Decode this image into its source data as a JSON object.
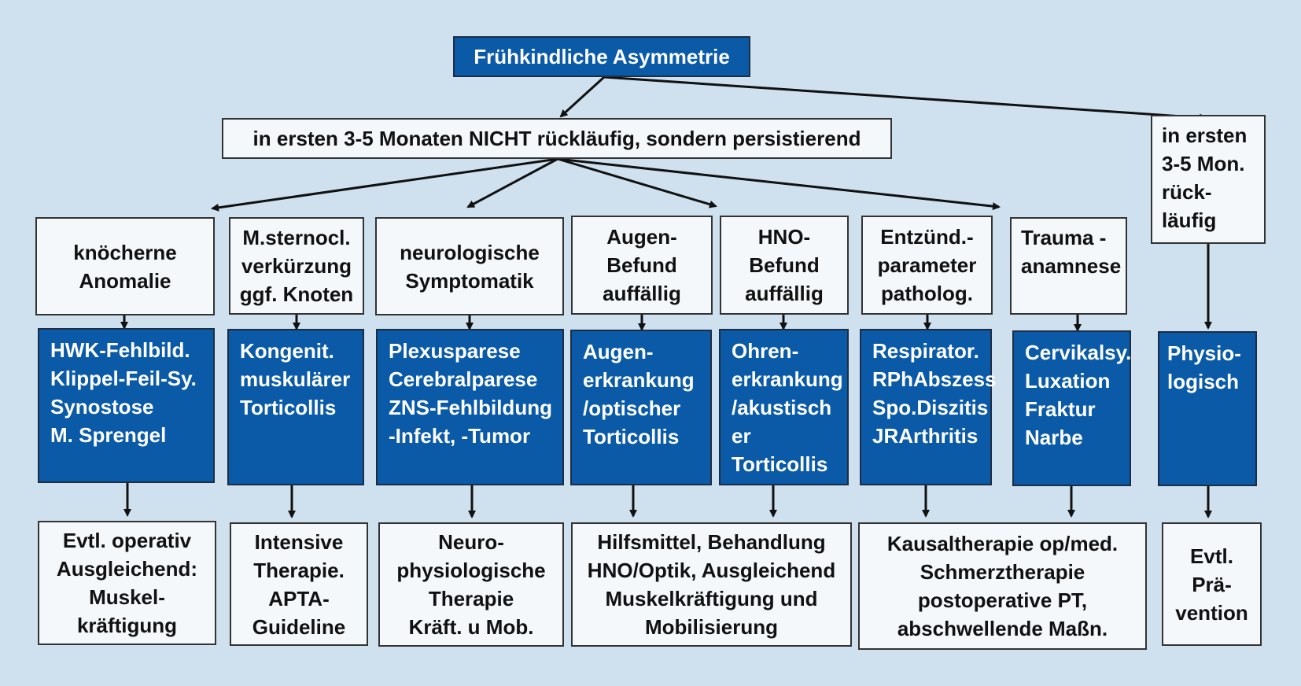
{
  "root": {
    "title": "Frühkindliche Asymmetrie"
  },
  "persistent": {
    "label": "in ersten 3-5 Monaten NICHT rückläufig, sondern persistierend"
  },
  "regressive": {
    "lines": [
      "in ersten",
      "3-5 Mon.",
      "rück-",
      "läufig"
    ]
  },
  "categories": [
    {
      "lines": [
        "knöcherne",
        "Anomalie"
      ]
    },
    {
      "lines": [
        "M.sternocl.",
        "verkürzung",
        "ggf. Knoten"
      ]
    },
    {
      "lines": [
        "neurologische",
        "Symptomatik"
      ]
    },
    {
      "lines": [
        "Augen-",
        "Befund",
        "auffällig"
      ]
    },
    {
      "lines": [
        "HNO-",
        "Befund",
        "auffällig"
      ]
    },
    {
      "lines": [
        "Entzünd.-",
        "parameter",
        "patholog."
      ]
    },
    {
      "lines": [
        "Trauma -",
        "anamnese"
      ]
    }
  ],
  "diagnoses": [
    {
      "lines": [
        "HWK-Fehlbild.",
        "Klippel-Feil-Sy.",
        "Synostose",
        "M. Sprengel"
      ]
    },
    {
      "lines": [
        "Kongenit.",
        "muskulärer",
        "Torticollis"
      ]
    },
    {
      "lines": [
        "Plexusparese",
        "Cerebralparese",
        "ZNS-Fehlbildung",
        "-Infekt, -Tumor"
      ]
    },
    {
      "lines": [
        "Augen-",
        "erkrankung",
        "/optischer",
        "Torticollis"
      ]
    },
    {
      "lines": [
        "Ohren-",
        "erkrankung",
        "/akustisch",
        "er",
        "Torticollis"
      ]
    },
    {
      "lines": [
        "Respirator.",
        "RPhAbszess",
        "Spo.Diszitis",
        "JRArthritis"
      ]
    },
    {
      "lines": [
        "Cervikalsy.",
        "Luxation",
        "Fraktur",
        "Narbe"
      ]
    },
    {
      "lines": [
        "Physio-",
        "logisch"
      ]
    }
  ],
  "therapies": [
    {
      "lines": [
        "Evtl. operativ",
        "Ausgleichend:",
        "Muskel-",
        "kräftigung"
      ]
    },
    {
      "lines": [
        "Intensive",
        "Therapie.",
        "APTA-",
        "Guideline"
      ]
    },
    {
      "lines": [
        "Neuro-",
        "physiologische",
        "Therapie",
        "Kräft. u Mob."
      ]
    },
    {
      "lines": [
        "Hilfsmittel, Behandlung",
        "HNO/Optik, Ausgleichend",
        "Muskelkräftigung und",
        "Mobilisierung"
      ]
    },
    {
      "lines": [
        "Kausaltherapie op/med.",
        "Schmerztherapie",
        "postoperative PT,",
        "abschwellende Maßn."
      ]
    },
    {
      "lines": [
        "Evtl.",
        "Prä-",
        "vention"
      ]
    }
  ]
}
